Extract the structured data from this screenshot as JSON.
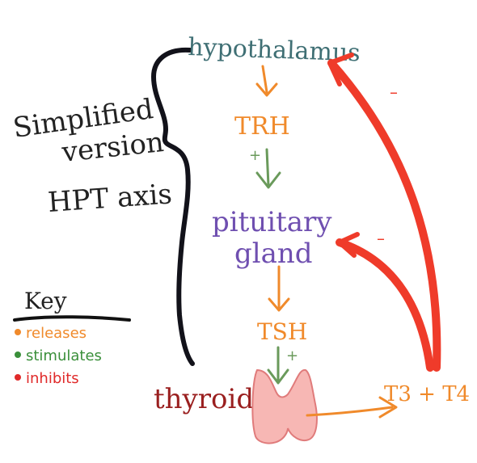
{
  "title_lines": [
    "Simplified",
    "version",
    "HPT axis"
  ],
  "nodes": {
    "hypothalamus": "hypothalamus",
    "trh": "TRH",
    "pituitary_1": "pituitary",
    "pituitary_2": "gland",
    "tsh": "TSH",
    "thyroid": "thyroid",
    "t3t4_main": "T3 + T4"
  },
  "signs": {
    "stim_trh_pit": "+",
    "stim_tsh_thy": "+",
    "inh_to_hyp": "–",
    "inh_to_pit": "–"
  },
  "key": {
    "title": "Key",
    "items": [
      {
        "label": "releases",
        "color": "#f08a2b"
      },
      {
        "label": "stimulates",
        "color": "#3a8f3a"
      },
      {
        "label": "inhibits",
        "color": "#e02a2a"
      }
    ]
  },
  "colors": {
    "hypothalamus": "#3f6f74",
    "release": "#f08a2b",
    "stimulate": "#6a9a5b",
    "pituitary": "#6f4fb0",
    "thyroid_text": "#9a1f1f",
    "inhibit": "#ef3b2a",
    "title": "#222222",
    "brace": "#12121a",
    "thyroid_fill": "#f7b7b4",
    "thyroid_stroke": "#e07b7b"
  }
}
